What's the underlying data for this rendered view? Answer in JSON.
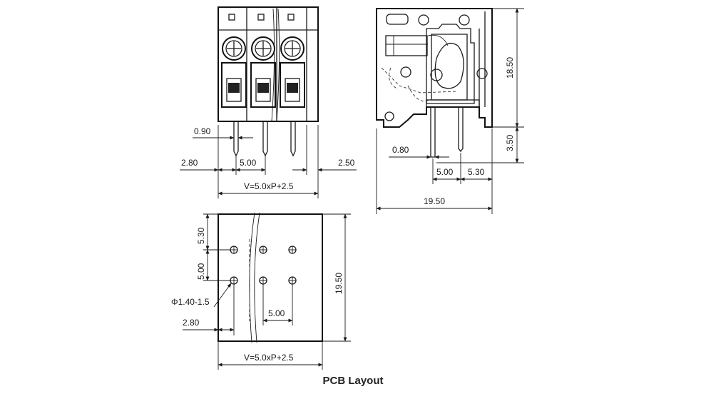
{
  "front_view": {
    "dim_pin_width": "0.90",
    "dim_edge_left": "2.80",
    "dim_pitch": "5.00",
    "dim_edge_right": "2.50",
    "dim_total": "V=5.0xP+2.5"
  },
  "side_view": {
    "dim_height": "18.50",
    "dim_pin_length": "3.50",
    "dim_pin_width": "0.80",
    "dim_pin_spacing": "5.00",
    "dim_pin_offset": "5.30",
    "dim_depth": "19.50"
  },
  "pcb_view": {
    "dim_top_offset": "5.30",
    "dim_row_spacing": "5.00",
    "dim_hole": "Φ1.40-1.5",
    "dim_edge_left": "2.80",
    "dim_pitch": "5.00",
    "dim_depth": "19.50",
    "dim_total": "V=5.0xP+2.5"
  },
  "caption": "PCB Layout"
}
